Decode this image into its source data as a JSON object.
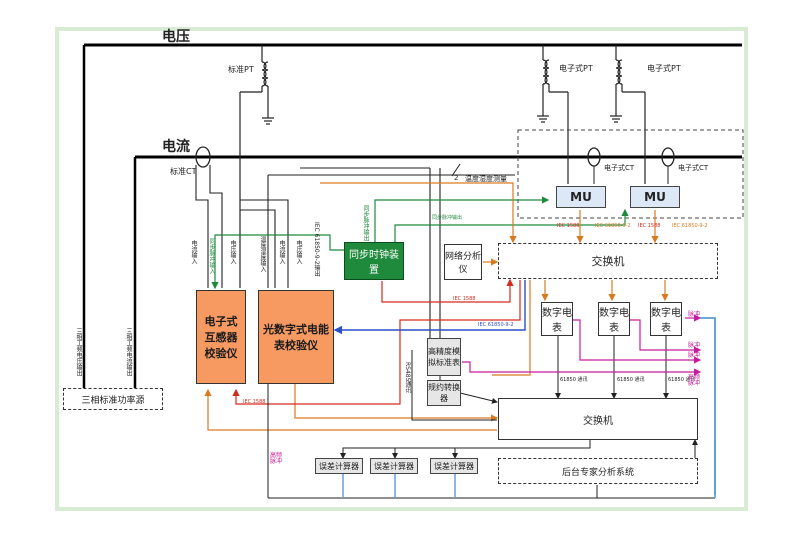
{
  "colors": {
    "orange_box": "#f79a62",
    "green_box": "#1f8a3c",
    "frame": "#d8ecd4",
    "red_line": "#d42a1c",
    "green_line": "#1f8a3c",
    "orange_line": "#d97a20",
    "blue_line": "#2a4fc9",
    "magenta_line": "#c81c9c",
    "lightblue_line": "#5a9bd8"
  },
  "labels": {
    "voltage": "电压",
    "current": "电流",
    "standard_pt": "标准PT",
    "electronic_pt_1": "电子式PT",
    "electronic_pt_2": "电子式PT",
    "standard_ct": "标准CT",
    "electronic_ct_1": "电子式CT",
    "electronic_ct_2": "电子式CT",
    "temp_humidity": "温度湿度测量",
    "wire_count": "2"
  },
  "boxes": {
    "mu1": "MU",
    "mu2": "MU",
    "sync": "同步时钟装置",
    "network_analyzer": "网络分析仪",
    "switch_top": "交换机",
    "switch_bottom": "交换机",
    "meter1": "数字电表",
    "meter2": "数字电表",
    "meter3": "数字电表",
    "transformer_tester": "电子式互感器校验仪",
    "energy_meter_tester": "光数字式电能表校验仪",
    "precision_meter": "高精度模拟标准表",
    "protocol_converter": "规约转换器",
    "power_source": "三相标准功率源",
    "error_calc1": "误差计算器",
    "error_calc2": "误差计算器",
    "error_calc3": "误差计算器",
    "backend": "后台专家分析系统"
  },
  "small": {
    "iec1588_a": "IEC 1588",
    "iec61850_92_a": "IEC 61850-9-2",
    "iec1588_b": "IEC 1588",
    "iec61850_92_b": "IEC 61850-9-2",
    "iec1588_main": "IEC 1588",
    "iec1588_left": "IEC 1588",
    "iec61850_92_blue": "IEC 61850-9-2",
    "comm1": "61850 通讯",
    "comm2": "61850 通讯",
    "comm3": "61850 通讯",
    "pulse1": "脉冲",
    "pulse2": "脉冲",
    "pulse3": "脉冲",
    "hf_pulse": "高频 脉冲",
    "hf_pulse_left": "高频 脉冲",
    "sync_pulse_out": "同步脉冲输出",
    "sync_pulse_out2": "同步脉冲输出",
    "sync_pulse_in": "同步脉冲输入",
    "current_in": "电流输入",
    "voltage_in": "电压输入",
    "temp_humid_in": "温度湿度输入",
    "current_in2": "电流输入",
    "voltage_in2": "电压输入",
    "iec61850_in": "IEC 61850-9-2输出",
    "three_phase_v_out": "三相工频电压输出",
    "three_phase_i_out": "三相工频电流输出",
    "sample_comm": "RS485通讯"
  }
}
